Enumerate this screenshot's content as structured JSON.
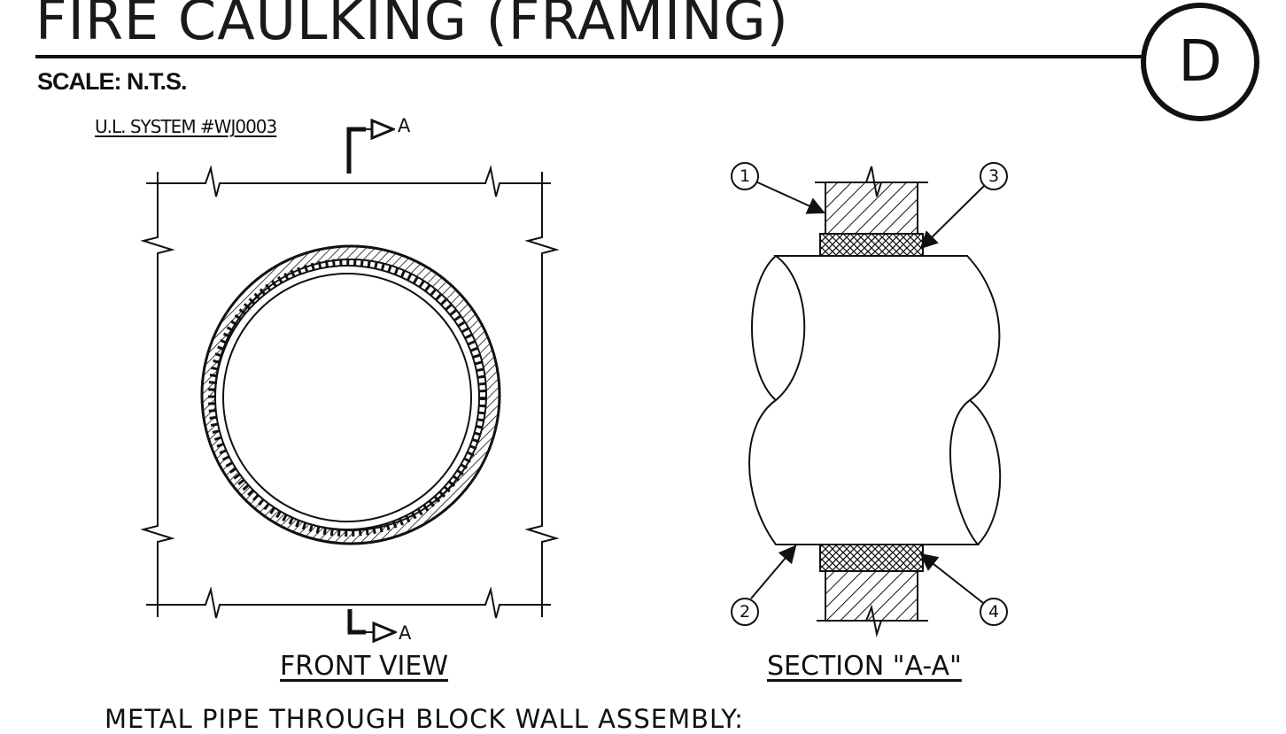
{
  "header": {
    "title": "FIRE CAULKING (FRAMING)",
    "scale": "SCALE: N.T.S.",
    "detail_letter": "D"
  },
  "front_view": {
    "ul_system": "U.L. SYSTEM #WJ0003",
    "section_marker_top": "A",
    "section_marker_bottom": "A",
    "label": "FRONT VIEW"
  },
  "section_view": {
    "label": "SECTION \"A-A\"",
    "callouts": [
      "1",
      "2",
      "3",
      "4"
    ]
  },
  "footer": {
    "assembly_text": "METAL PIPE THROUGH BLOCK WALL ASSEMBLY:"
  }
}
